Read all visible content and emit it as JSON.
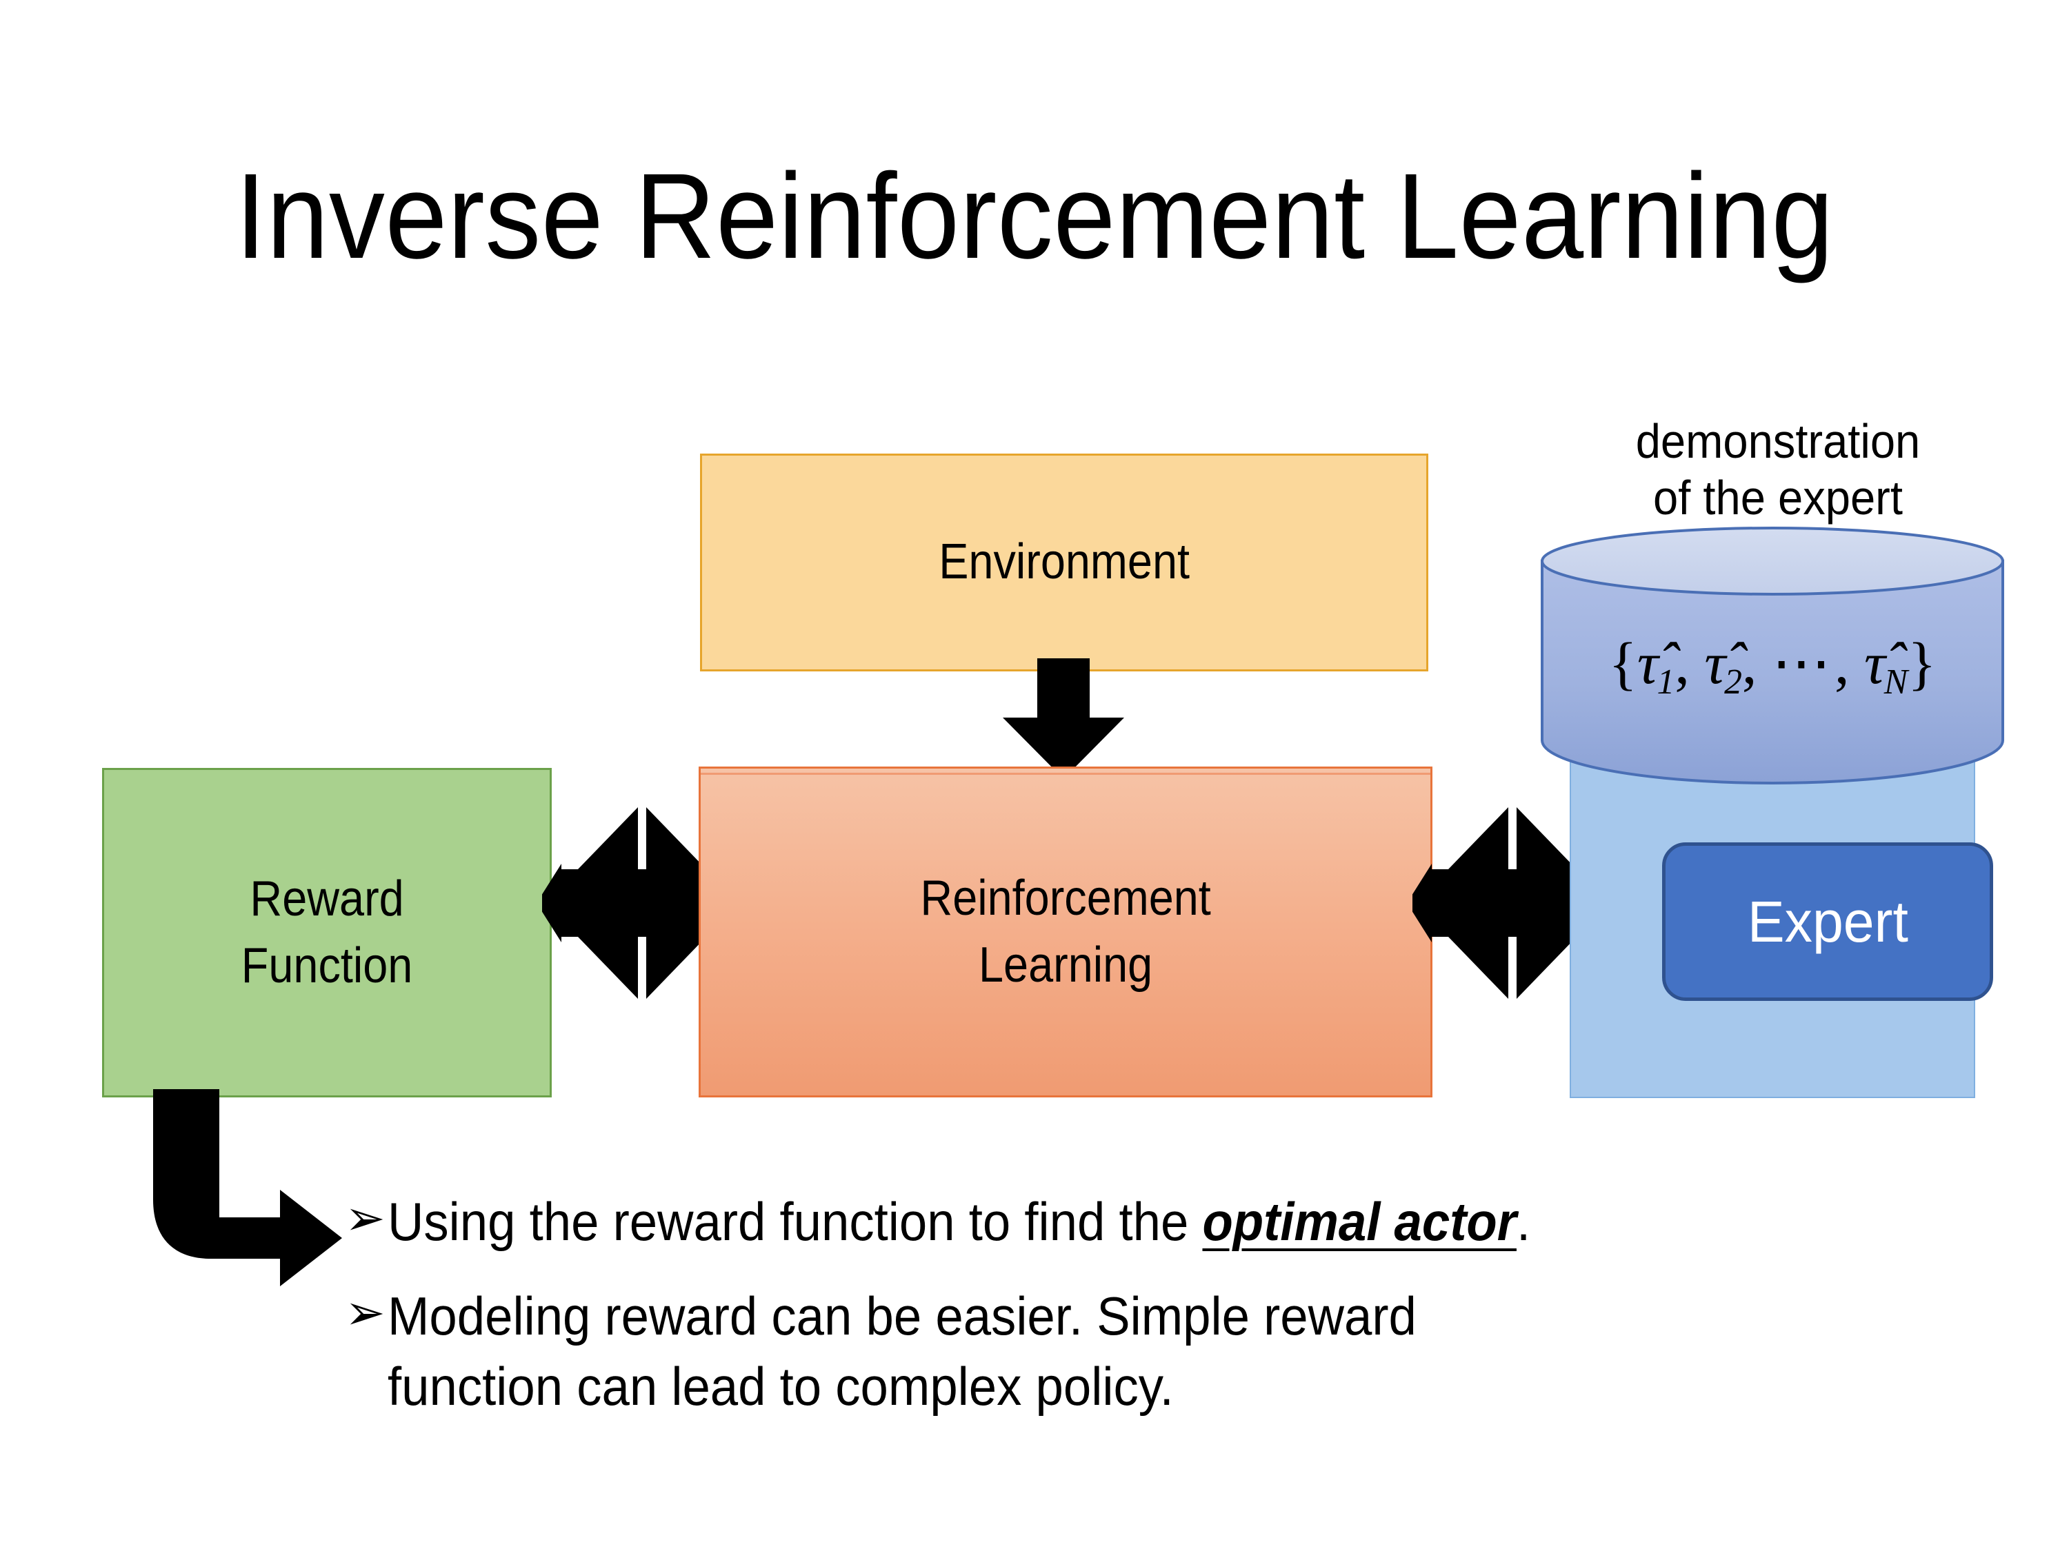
{
  "slide": {
    "title": "Inverse Reinforcement Learning",
    "background_color": "#FFFFFF"
  },
  "diagram": {
    "environment_box": {
      "label": "Environment",
      "fill_color": "#FBD89B",
      "border_color": "#E6A52C"
    },
    "reinforcement_learning_box": {
      "label": "Reinforcement\nLearning",
      "fill_color_top": "#F6C3A6",
      "fill_color_bottom": "#F09B72",
      "border_color": "#E8743B"
    },
    "reward_function_box": {
      "label": "Reward\nFunction",
      "fill_color": "#A9D18E",
      "border_color": "#6BA14A"
    },
    "expert_panel": {
      "fill_color": "#A6C8EC",
      "border_color": "#7FAFE0"
    },
    "expert_button": {
      "label": "Expert",
      "fill_color": "#4472C4",
      "border_color": "#2F528F",
      "text_color": "#FFFFFF"
    },
    "demonstration_caption": "demonstration\nof the expert",
    "trajectory_cylinder": {
      "body_fill_top": "#A8B9E2",
      "body_fill_bottom": "#8FA4D8",
      "top_ellipse_fill": "#CBD5EC",
      "outline_color": "#4A6FB5",
      "formula": {
        "open_brace": "{",
        "terms": [
          {
            "symbol": "τ̂",
            "subscript": "1"
          },
          {
            "symbol": "τ̂",
            "subscript": "2"
          },
          {
            "symbol": "τ̂",
            "subscript": "N"
          }
        ],
        "ellipsis": "⋯",
        "separator": ", ",
        "close_brace": "}",
        "plain_text": "{τ̂1, τ̂2, ⋯, τ̂N}"
      }
    },
    "arrows": {
      "environment_to_rl": "down-arrow",
      "reward_to_rl": "quad-arrow",
      "rl_to_expert": "quad-arrow",
      "reward_to_bullets": "elbow-arrow-down-right",
      "color": "#000000"
    }
  },
  "bullets": {
    "marker": "➢",
    "items": [
      {
        "before": "Using the reward function to find the ",
        "emphasis": "optimal actor",
        "after": "."
      },
      {
        "before": "Modeling reward can be easier. Simple reward\nfunction can lead to complex policy.",
        "emphasis": "",
        "after": ""
      }
    ]
  }
}
